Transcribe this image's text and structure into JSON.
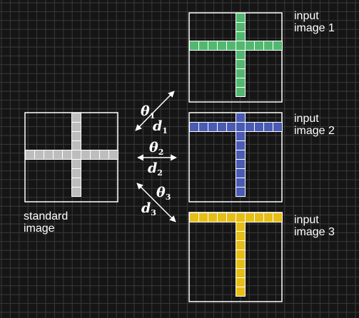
{
  "standard": {
    "line1": "standard",
    "line2": "image",
    "color": "#bdbdbd"
  },
  "inputs": [
    {
      "line1": "input",
      "line2": "image 1",
      "color": "#52b870"
    },
    {
      "line1": "input",
      "line2": "image 2",
      "color": "#4a5bb4"
    },
    {
      "line1": "input",
      "line2": "image 3",
      "color": "#e6be16"
    }
  ],
  "transforms": [
    {
      "theta": "θ",
      "theta_sub": "1",
      "d": "d",
      "d_sub": "1"
    },
    {
      "theta": "θ",
      "theta_sub": "2",
      "d": "d",
      "d_sub": "2"
    },
    {
      "theta": "θ",
      "theta_sub": "3",
      "d": "d",
      "d_sub": "3"
    }
  ],
  "colors": {
    "background": "#151515",
    "grid": "#3a3a3a",
    "frame": "#ffffff",
    "cell_border": "#ffffff"
  }
}
